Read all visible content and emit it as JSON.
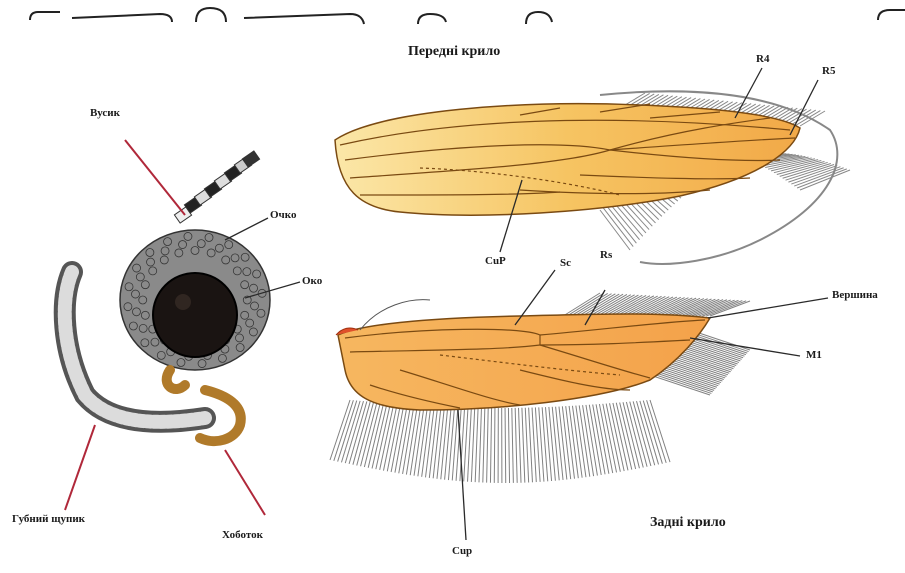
{
  "forewing": {
    "title": "Передні крило",
    "labels": {
      "r4": "R4",
      "r5": "R5",
      "cup": "CuP"
    }
  },
  "hindwing": {
    "title": "Задні крило",
    "labels": {
      "sc": "Sc",
      "rs": "Rs",
      "apex": "Вершина",
      "m1": "M1",
      "cup": "Cup"
    }
  },
  "head": {
    "labels": {
      "antenna": "Вусик",
      "ocellus": "Очко",
      "eye": "Око",
      "labial_palp": "Губний щупик",
      "proboscis": "Хоботок"
    }
  },
  "colors": {
    "wing_fill": "#f2b04c",
    "wing_light": "#f7cf7a",
    "vein": "#7a4a12",
    "fringe": "#6b6b6b",
    "pointer": "#b0283a"
  }
}
